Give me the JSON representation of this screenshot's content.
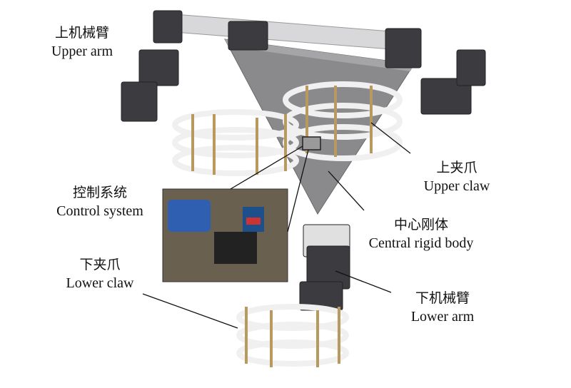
{
  "labels": {
    "upper_arm": {
      "zh": "上机械臂",
      "en": "Upper arm"
    },
    "upper_claw": {
      "zh": "上夹爪",
      "en": "Upper claw"
    },
    "control_system": {
      "zh": "控制系统",
      "en": "Control system"
    },
    "central_body": {
      "zh": "中心刚体",
      "en": "Central rigid body"
    },
    "lower_claw": {
      "zh": "下夹爪",
      "en": "Lower claw"
    },
    "lower_arm": {
      "zh": "下机械臂",
      "en": "Lower arm"
    }
  },
  "colors": {
    "body": "#8a8a8c",
    "servo": "#3c3c40",
    "claw": "#f2f2f2",
    "rod": "#b89a60"
  }
}
